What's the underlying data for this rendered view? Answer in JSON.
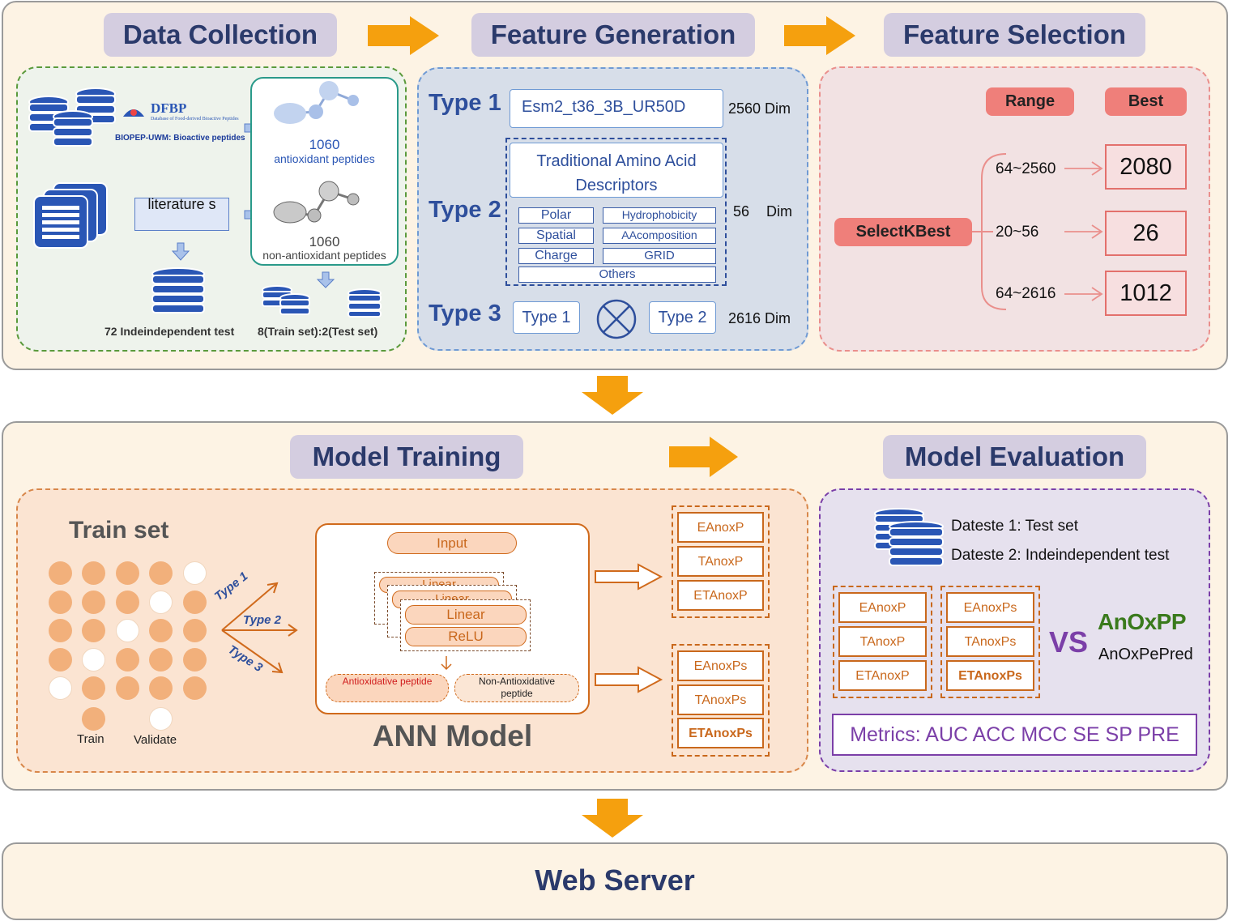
{
  "stages": {
    "data_collection": "Data Collection",
    "feature_generation": "Feature Generation",
    "feature_selection": "Feature Selection",
    "model_training": "Model Training",
    "model_evaluation": "Model Evaluation",
    "web_server": "Web Server"
  },
  "data_collection": {
    "dfbp_logo": "DFBP",
    "dfbp_subtitle": "Database of Food-derived Bioactive Peptides",
    "biopep_label": "BIOPEP-UWM: Bioactive peptides",
    "literature_label": "literature s",
    "antioxidant_count": "1060",
    "antioxidant_label": "antioxidant peptides",
    "non_antioxidant_count": "1060",
    "non_antioxidant_label": "non-antioxidant peptides",
    "independent_label": "72 Indeindependent test",
    "split_label": "8(Train set):2(Test set)"
  },
  "feature_generation": {
    "type1_label": "Type 1",
    "type1_box": "Esm2_t36_3B_UR50D",
    "type1_dim": "2560 Dim",
    "type2_label": "Type 2",
    "type2_box": "Traditional Amino Acid Descriptors",
    "type2_dim_num": "56",
    "type2_dim_unit": "Dim",
    "descriptors": [
      "Polar",
      "Hydrophobicity",
      "Spatial",
      "AAcomposition",
      "Charge",
      "GRID",
      "Others"
    ],
    "type3_label": "Type 3",
    "type3_left": "Type 1",
    "type3_right": "Type 2",
    "type3_dim": "2616 Dim"
  },
  "feature_selection": {
    "range_header": "Range",
    "best_header": "Best",
    "method": "SelectKBest",
    "rows": [
      {
        "range": "64~2560",
        "best": "2080"
      },
      {
        "range": "20~56",
        "best": "26"
      },
      {
        "range": "64~2616",
        "best": "1012"
      }
    ]
  },
  "model_training": {
    "train_set_title": "Train set",
    "legend_train": "Train",
    "legend_validate": "Validate",
    "arrow_labels": [
      "Type 1",
      "Type 2",
      "Type 3"
    ],
    "ann_title": "ANN Model",
    "input_label": "Input",
    "layer_labels": [
      "Linear",
      "Linear",
      "Linear",
      "ReLU"
    ],
    "output_left": "Antioxidative peptide",
    "output_right": "Non-Antioxidative peptide",
    "models_group1": [
      "EAnoxP",
      "TAnoxP",
      "ETAnoxP"
    ],
    "models_group2": [
      "EAnoxPs",
      "TAnoxPs",
      "ETAnoxPs"
    ]
  },
  "model_evaluation": {
    "dataset1": "Dateste 1: Test set",
    "dataset2": "Dateste 2: Indeindependent test",
    "group1": [
      "EAnoxP",
      "TAnoxP",
      "ETAnoxP"
    ],
    "group2": [
      "EAnoxPs",
      "TAnoxPs",
      "ETAnoxPs"
    ],
    "vs_label": "VS",
    "competitor1": "AnOxPP",
    "competitor2": "AnOxPePred",
    "metrics": "Metrics: AUC ACC MCC SE SP PRE"
  },
  "colors": {
    "panel_bg": "#fdf3e4",
    "stage_bg": "#d4cde0",
    "stage_text": "#2b3a6b",
    "arrow": "#f5a00e",
    "blue": "#2e4f9c",
    "orange": "#c9681c",
    "pink": "#ef7f7a",
    "purple": "#7b3fa8"
  }
}
